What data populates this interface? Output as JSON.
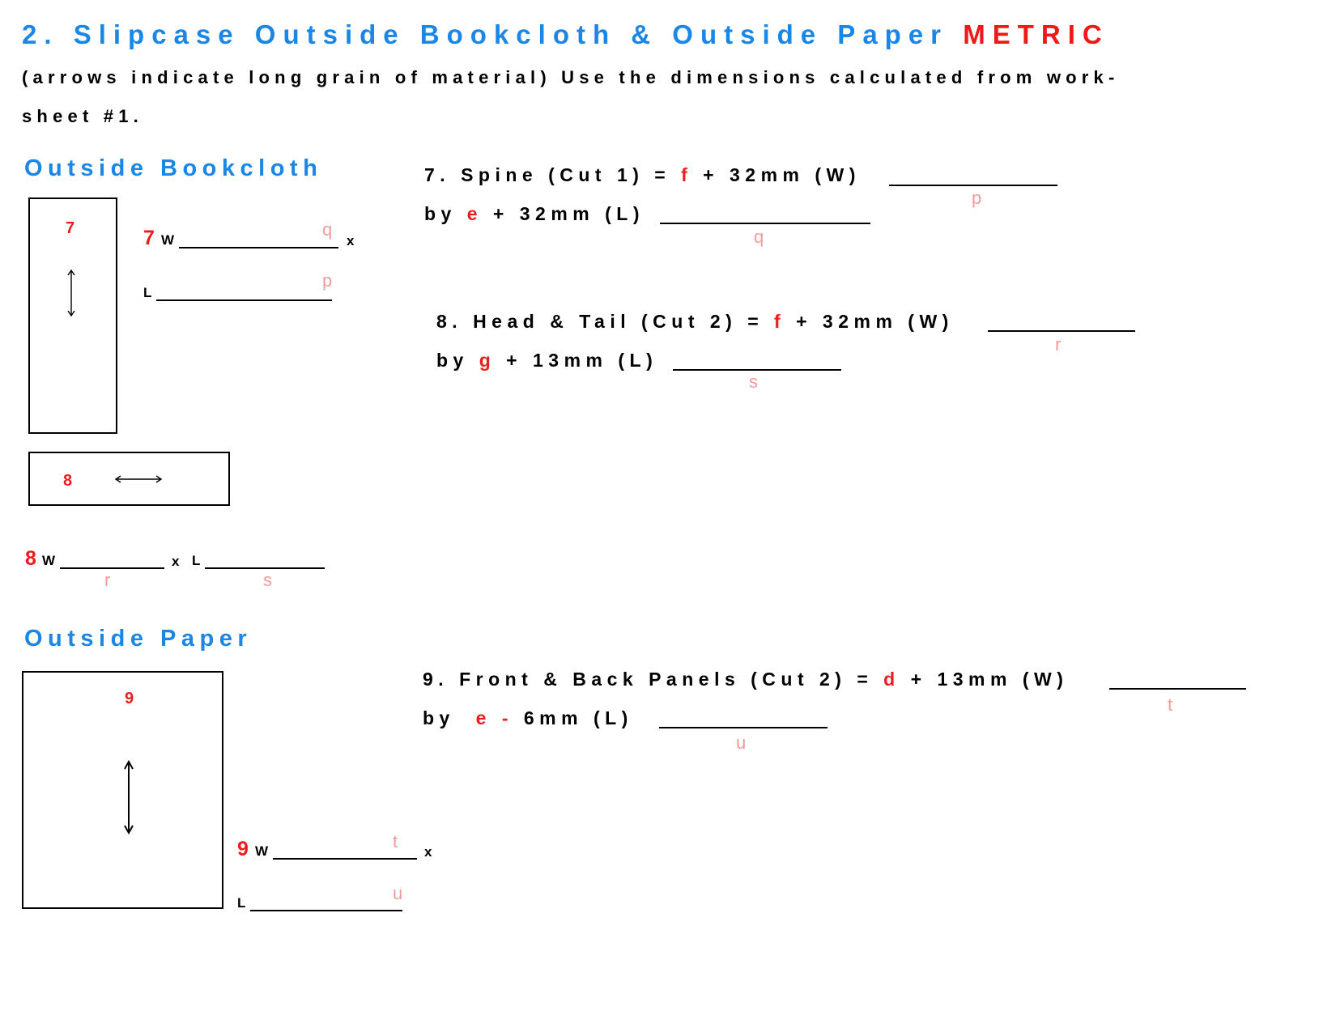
{
  "header": {
    "title": "2. Slipcase Outside Bookcloth & Outside Paper ",
    "title_metric": "METRIC",
    "instructions_line1": "(arrows indicate long grain of material) Use the dimensions calculated from work-",
    "instructions_line2": "sheet #1."
  },
  "bookcloth": {
    "heading": "Outside Bookcloth",
    "piece7": {
      "box_label": "7",
      "num": "7",
      "w_label": "W",
      "w_hint": "q",
      "x_label": "x",
      "l_label": "L",
      "l_hint": "p"
    },
    "piece8": {
      "box_label": "8",
      "num": "8",
      "w_label": "W",
      "w_hint": "r",
      "x_label": "x",
      "l_label": "L",
      "l_hint": "s"
    }
  },
  "paper": {
    "heading": "Outside Paper",
    "piece9": {
      "box_label": "9",
      "num": "9",
      "w_label": "W",
      "w_hint": "t",
      "x_label": "x",
      "l_label": "L",
      "l_hint": "u"
    }
  },
  "formulas": {
    "f7": {
      "prefix": "7. Spine (Cut 1) = ",
      "var1": "f",
      "rest1": " + 32mm (W)",
      "hint1": "p",
      "by": "by ",
      "var2": "e",
      "rest2": " + 32mm (L)",
      "hint2": "q"
    },
    "f8": {
      "prefix": "8. Head & Tail (Cut 2) = ",
      "var1": "f",
      "rest1": " + 32mm (W)",
      "hint1": "r",
      "by": "by ",
      "var2": "g",
      "rest2": " + 13mm (L)",
      "hint2": "s"
    },
    "f9": {
      "prefix": "9. Front & Back Panels (Cut 2) = ",
      "var1": "d",
      "rest1": " + 13mm (W)",
      "hint1": "t",
      "by": "by ",
      "var2": "e",
      "minus": "-",
      "rest2": "6mm (L)",
      "hint2": "u"
    }
  },
  "colors": {
    "heading_blue": "#1a86e6",
    "variable_red": "#ee1c1c",
    "hint_pink": "#f49a9a"
  },
  "icons": {
    "grain_arrow_vertical": "double-arrow-vertical-icon",
    "grain_arrow_horizontal": "double-arrow-horizontal-icon"
  }
}
